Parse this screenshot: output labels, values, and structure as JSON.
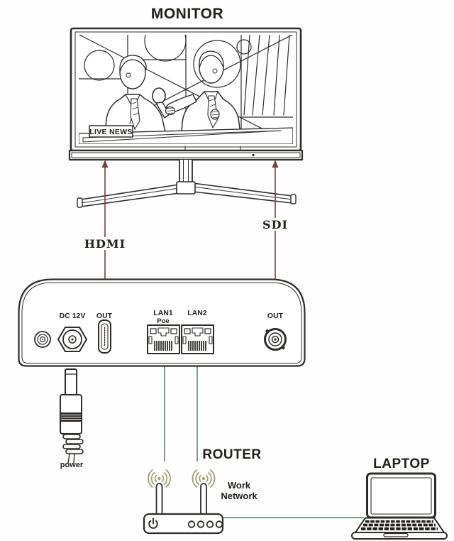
{
  "palette": {
    "ink": "#2e2b28",
    "signal_red": "#7a4038",
    "lan_green": "#76a188",
    "wifi_olive": "#a3a074"
  },
  "monitor": {
    "title": "MONITOR",
    "screen_banner": "LIVE NEWS"
  },
  "connections": {
    "hdmi_label": "HDMI",
    "sdi_label": "SDI"
  },
  "decoder": {
    "ports": {
      "dc": "DC 12V",
      "hdmi_out": "OUT",
      "lan1": "LAN1",
      "lan1_sub": "Poe",
      "lan2": "LAN2",
      "sdi_out": "OUT"
    },
    "power_label": "power"
  },
  "router": {
    "title": "ROUTER",
    "network_line1": "Work",
    "network_line2": "Network"
  },
  "laptop": {
    "title": "LAPTOP"
  }
}
